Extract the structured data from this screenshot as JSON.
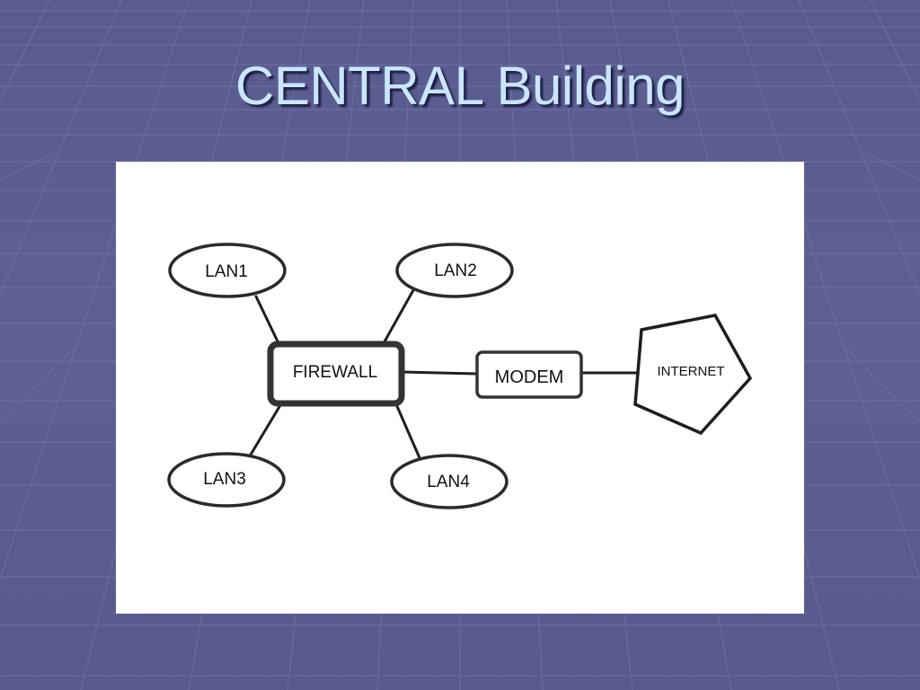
{
  "slide": {
    "title": "CENTRAL Building"
  },
  "theme": {
    "background": "#5b5d92",
    "title_color": "#c9e6ff",
    "panel_color": "#ffffff",
    "stroke_color": "#2b2b2b"
  },
  "diagram": {
    "nodes": {
      "lan1": {
        "label": "LAN1",
        "shape": "ellipse"
      },
      "lan2": {
        "label": "LAN2",
        "shape": "ellipse"
      },
      "lan3": {
        "label": "LAN3",
        "shape": "ellipse"
      },
      "lan4": {
        "label": "LAN4",
        "shape": "ellipse"
      },
      "firewall": {
        "label": "FIREWALL",
        "shape": "rounded-rectangle"
      },
      "modem": {
        "label": "MODEM",
        "shape": "rounded-rectangle"
      },
      "internet": {
        "label": "INTERNET",
        "shape": "pentagon"
      }
    },
    "edges": [
      {
        "from": "lan1",
        "to": "firewall"
      },
      {
        "from": "lan2",
        "to": "firewall"
      },
      {
        "from": "lan3",
        "to": "firewall"
      },
      {
        "from": "lan4",
        "to": "firewall"
      },
      {
        "from": "firewall",
        "to": "modem"
      },
      {
        "from": "modem",
        "to": "internet"
      }
    ]
  }
}
